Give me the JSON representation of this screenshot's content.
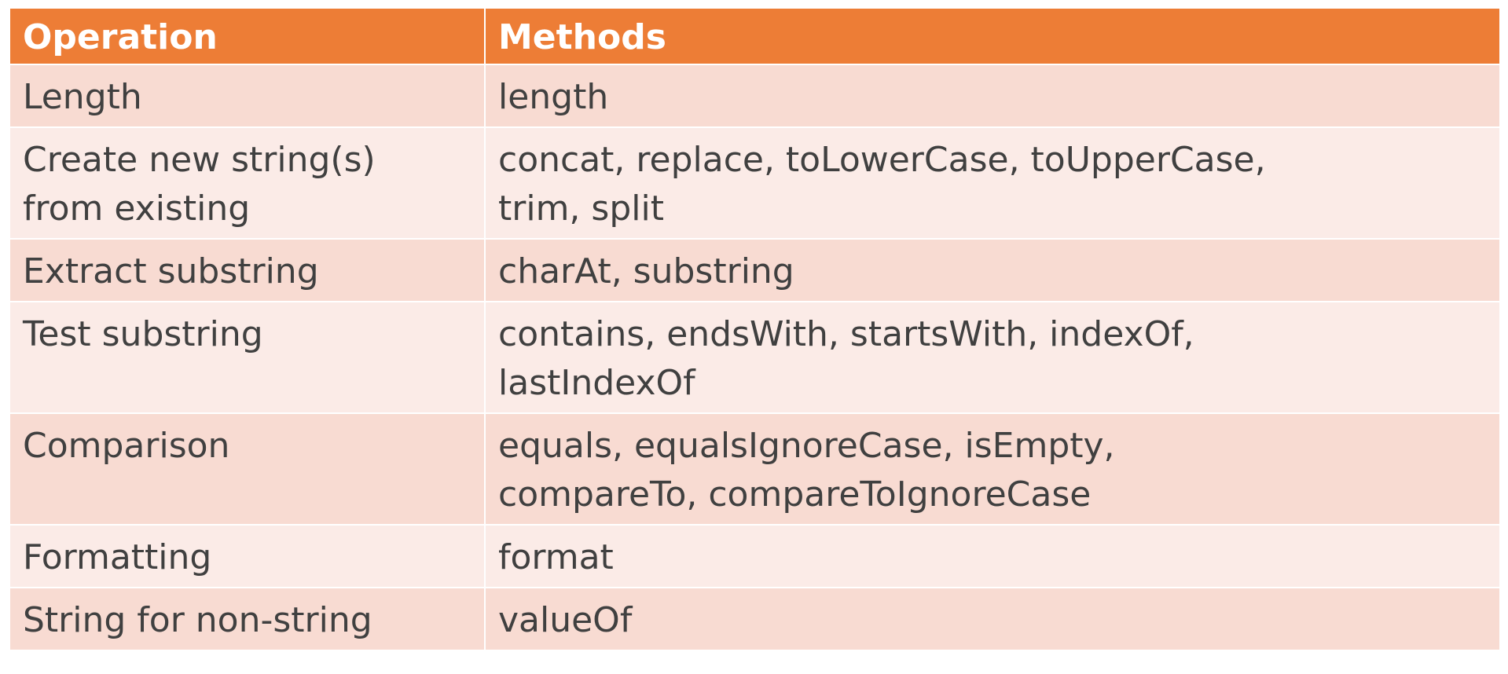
{
  "table": {
    "headers": {
      "operation": "Operation",
      "methods": "Methods"
    },
    "rows": [
      {
        "operation": [
          "Length"
        ],
        "methods": [
          "length"
        ]
      },
      {
        "operation": [
          "Create new string(s)",
          "from existing"
        ],
        "methods": [
          "concat, replace, toLowerCase, toUpperCase,",
          "trim, split"
        ]
      },
      {
        "operation": [
          "Extract substring"
        ],
        "methods": [
          "charAt, substring"
        ]
      },
      {
        "operation": [
          "Test substring"
        ],
        "methods": [
          "contains, endsWith, startsWith, indexOf,",
          "lastIndexOf"
        ]
      },
      {
        "operation": [
          "Comparison"
        ],
        "methods": [
          "equals, equalsIgnoreCase, isEmpty,",
          "compareTo, compareToIgnoreCase"
        ]
      },
      {
        "operation": [
          "Formatting"
        ],
        "methods": [
          "format"
        ]
      },
      {
        "operation": [
          "String for non-string"
        ],
        "methods": [
          "valueOf"
        ]
      }
    ]
  },
  "colors": {
    "header_bg": "#ed7d36",
    "header_text": "#ffffff",
    "row_odd_bg": "#f8dbd2",
    "row_even_bg": "#fbebe7",
    "body_text": "#404040"
  }
}
